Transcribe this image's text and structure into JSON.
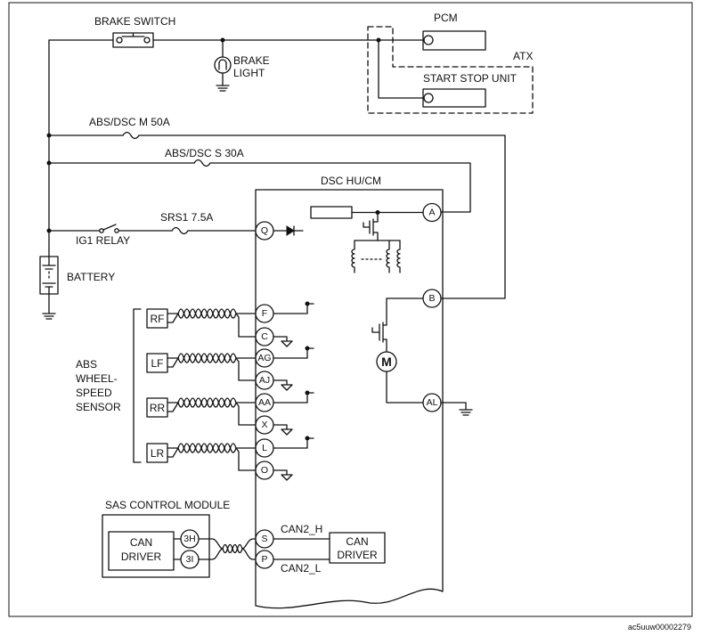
{
  "colors": {
    "ink": "#111111",
    "background": "#ffffff"
  },
  "brake_switch": {
    "label": "BRAKE SWITCH"
  },
  "brake_light": {
    "line1": "BRAKE",
    "line2": "LIGHT"
  },
  "pcm": {
    "label": "PCM"
  },
  "atx": {
    "label": "ATX"
  },
  "start_stop_unit": {
    "label": "START STOP UNIT"
  },
  "fuses": {
    "abs_dsc_m": "ABS/DSC M 50A",
    "abs_dsc_s": "ABS/DSC S 30A",
    "srs1": "SRS1 7.5A"
  },
  "ig1_relay": {
    "label": "IG1 RELAY"
  },
  "battery": {
    "label": "BATTERY"
  },
  "dsc_hu_cm": {
    "label": "DSC HU/CM",
    "motor": "M",
    "pins": {
      "q": "Q",
      "f": "F",
      "c": "C",
      "ag": "AG",
      "aj": "AJ",
      "aa": "AA",
      "x": "X",
      "l": "L",
      "o": "O",
      "s": "S",
      "p": "P",
      "a": "A",
      "b": "B",
      "al": "AL"
    },
    "can_driver": {
      "line1": "CAN",
      "line2": "DRIVER"
    }
  },
  "wheel_speed_sensor": {
    "label_lines": [
      "ABS",
      "WHEEL-",
      "SPEED",
      "SENSOR"
    ],
    "sensors": [
      "RF",
      "LF",
      "RR",
      "LR"
    ]
  },
  "sas_control_module": {
    "label": "SAS CONTROL MODULE",
    "can_driver": {
      "line1": "CAN",
      "line2": "DRIVER"
    },
    "pins": {
      "h": "3H",
      "i": "3I"
    }
  },
  "can_bus": {
    "high": "CAN2_H",
    "low": "CAN2_L"
  },
  "figure_id": "ac5uuw00002279"
}
